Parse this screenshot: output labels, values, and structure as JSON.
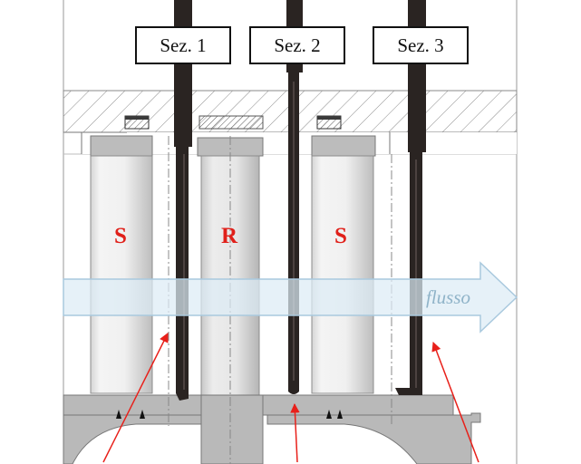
{
  "sections": {
    "sez1": "Sez. 1",
    "sez2": "Sez. 2",
    "sez3": "Sez. 3"
  },
  "blades": {
    "stator_left": "S",
    "rotor": "R",
    "stator_right": "S"
  },
  "flow": {
    "label": "flusso"
  },
  "colors": {
    "label_red": "#e0201a",
    "flow_text": "#8fb3c8",
    "flow_fill": "#dcebf5",
    "flow_stroke": "#a9c9de",
    "probe": "#2a2422",
    "hub_gray": "#b9b9b9",
    "arrow_red": "#e8201a"
  }
}
